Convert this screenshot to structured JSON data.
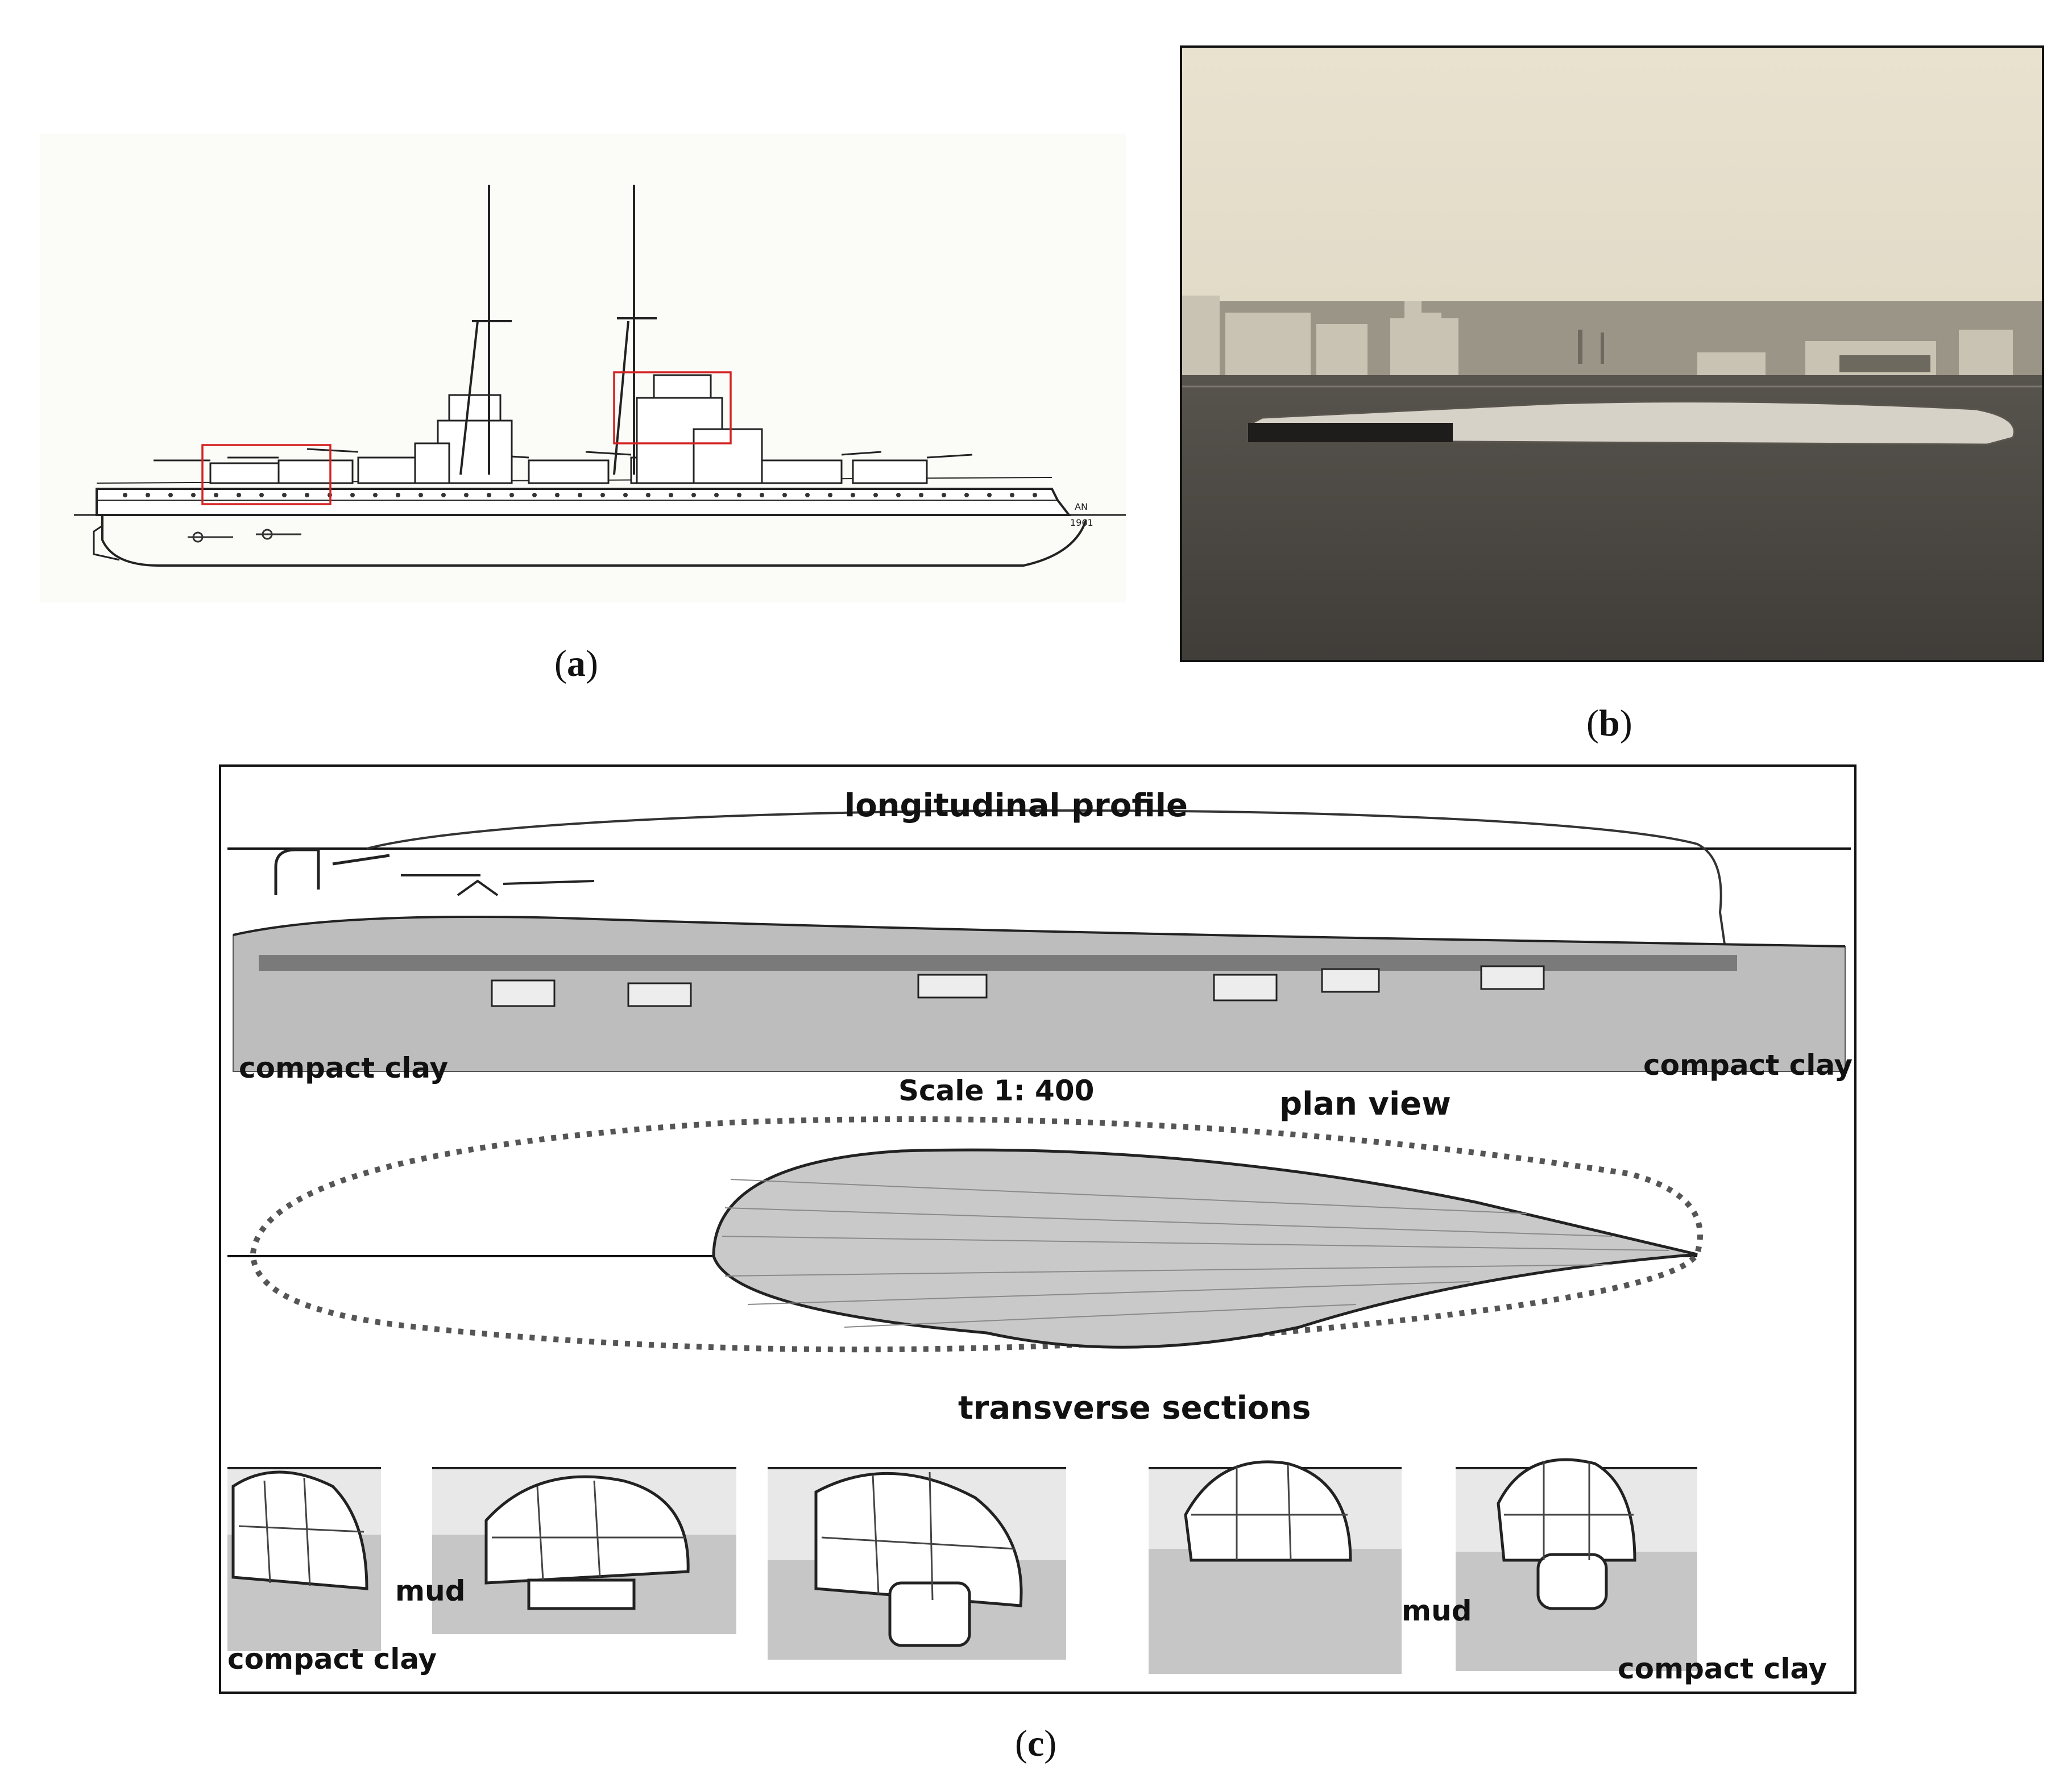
{
  "figure": {
    "panel_a": {
      "caption": "a",
      "drawing_mark": "AN",
      "drawing_year": "1961"
    },
    "panel_b": {
      "caption": "b"
    },
    "panel_c": {
      "caption": "c",
      "longitudinal_profile_label": "longitudinal profile",
      "compact_clay_left": "compact clay",
      "compact_clay_right": "compact clay",
      "scale_label": "Scale 1: 400",
      "plan_view_label": "plan view",
      "transverse_sections_label": "transverse sections",
      "mud_left": "mud",
      "mud_right": "mud",
      "compact_clay_bottom_left": "compact clay",
      "compact_clay_bottom_right": "compact clay"
    }
  }
}
